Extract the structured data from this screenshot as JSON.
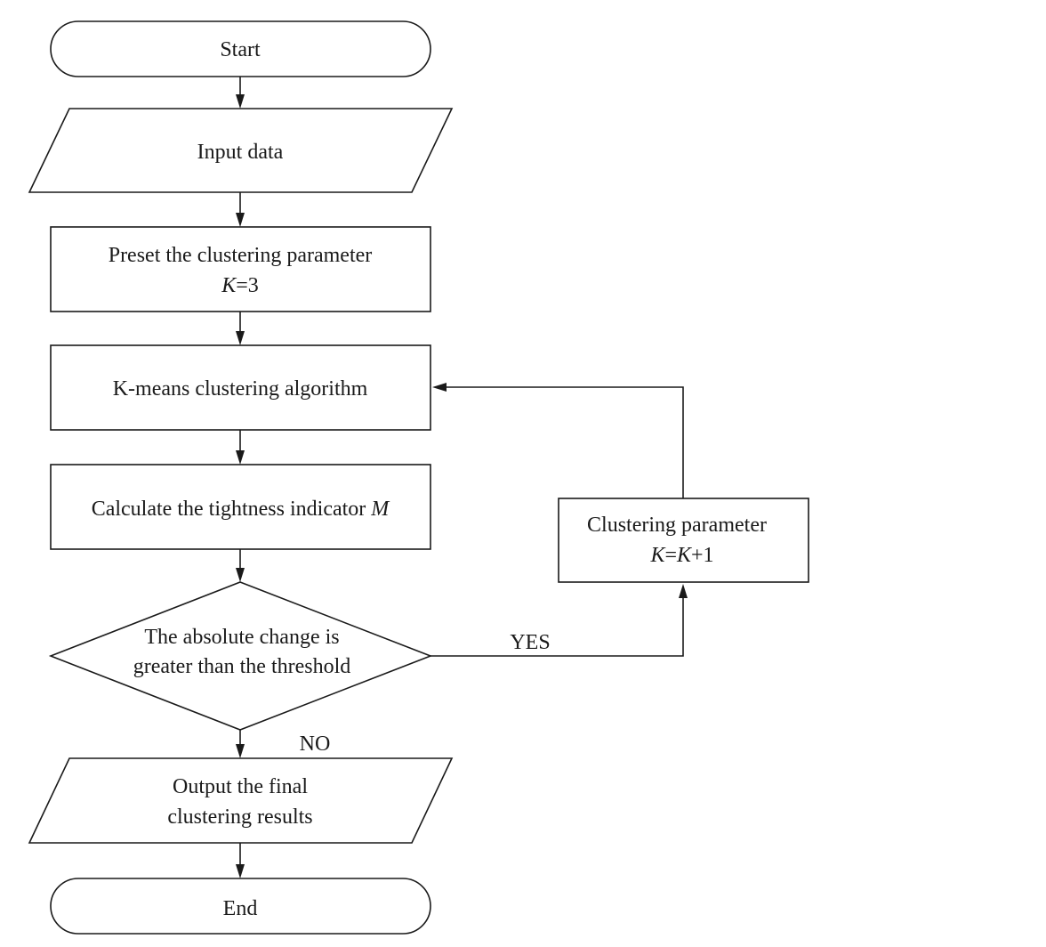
{
  "nodes": {
    "start": {
      "label": "Start"
    },
    "input": {
      "label": "Input data"
    },
    "preset": {
      "line1": "Preset the clustering parameter",
      "var_k": "K",
      "eq_value": "=3"
    },
    "kmeans": {
      "label": "K-means clustering algorithm"
    },
    "calc": {
      "label": "Calculate the tightness indicator ",
      "var_m": "M"
    },
    "decision": {
      "line1": "The absolute change is",
      "line2": "greater than the threshold"
    },
    "update": {
      "line1": "Clustering parameter",
      "var_k1": "K",
      "eq": "=",
      "var_k2": "K",
      "plus_one": "+1"
    },
    "output": {
      "line1": "Output the final",
      "line2": "clustering results"
    },
    "end": {
      "label": "End"
    }
  },
  "edges": {
    "yes_label": "YES",
    "no_label": "NO"
  }
}
